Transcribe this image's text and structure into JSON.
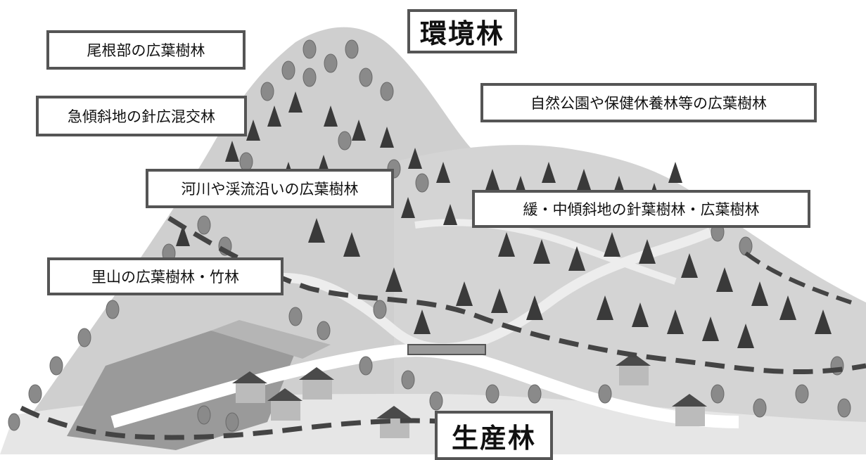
{
  "title_top": "環境林",
  "title_bottom": "生産林",
  "labels": {
    "ridge": "尾根部の広葉樹林",
    "steep": "急傾斜地の針広混交林",
    "river": "河川や渓流沿いの広葉樹林",
    "satoyama": "里山の広葉樹林・竹林",
    "park": "自然公園や保健休養林等の広葉樹林",
    "gentle": "緩・中傾斜地の針葉樹林・広葉樹林"
  },
  "colors": {
    "frame": "#555555",
    "label_bg": "#ffffff",
    "boundary": "#444444"
  }
}
